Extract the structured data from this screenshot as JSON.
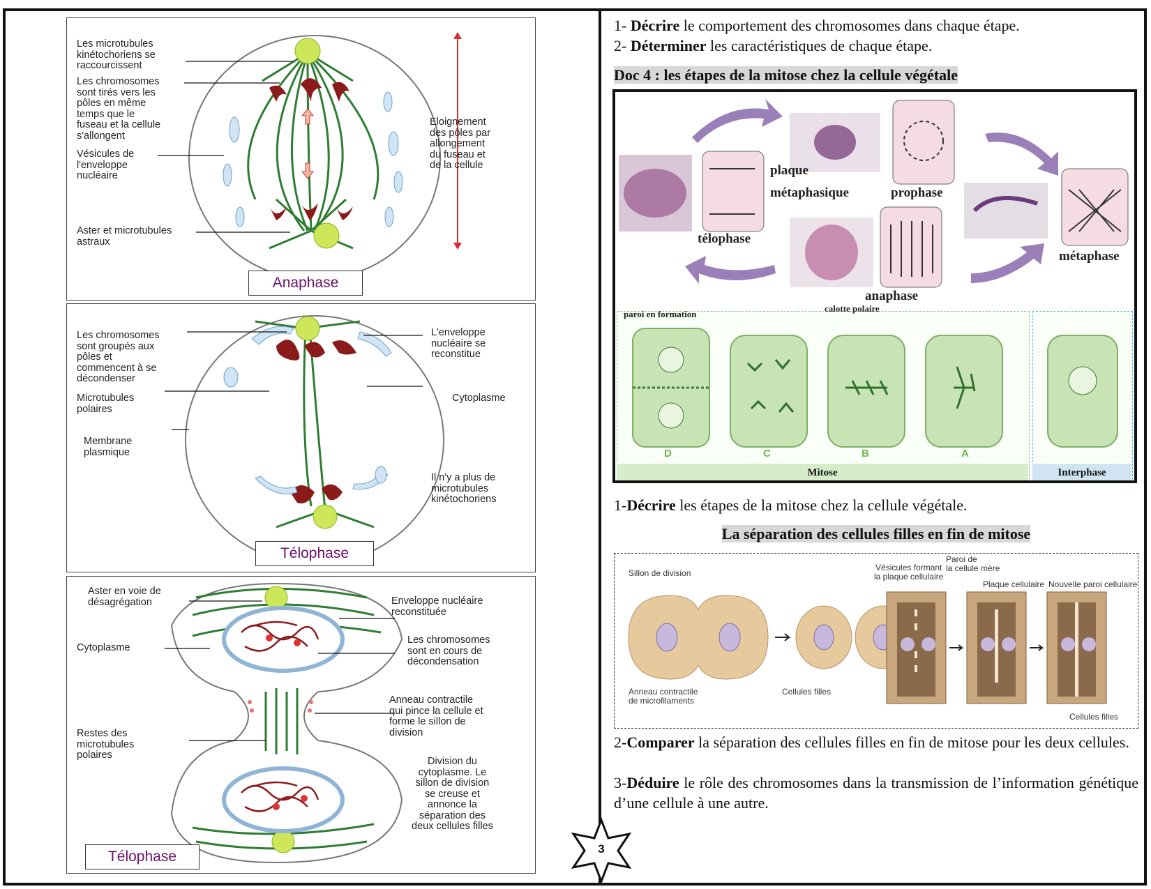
{
  "left": {
    "anaphase": {
      "title": "Anaphase",
      "labels": {
        "l1": "Les microtubules\nkinétochoriens se\nraccourcissent",
        "l2": "Les chromosomes\nsont tirés vers les\npôles en même\ntemps que le\nfuseau et la cellule\ns'allongent",
        "l3": "Vésicules de\nl'enveloppe\nnucléaire",
        "l4": "Aster et microtubules\nastraux",
        "l5": "Eloignement\ndes pôles par\nallongement\ndu fuseau et\nde la cellule"
      }
    },
    "telophase1": {
      "title": "Télophase",
      "labels": {
        "l1": "Les chromosomes\nsont groupés aux\npôles et\ncommencent à se\ndécondenser",
        "l2": "Microtubules\npolaires",
        "l3": "Membrane\nplasmique",
        "l4": "L'enveloppe\nnucléaire se\nreconstitue",
        "l5": "Cytoplasme",
        "l6": "Il n'y a plus de\nmicrotubules\nkinétochoriens"
      }
    },
    "telophase2": {
      "title": "Télophase",
      "labels": {
        "l1": "Aster en voie de\ndésagrégation",
        "l2": "Cytoplasme",
        "l3": "Restes des\nmicrotubules\npolaires",
        "l4": "Enveloppe nucléaire\nreconstituée",
        "l5": "Les chromosomes\nsont en cours de\ndécondensation",
        "l6": "Anneau contractile\nqui pince la cellule et\nforme le sillon de\ndivision",
        "l7": "Division du\ncytoplasme. Le\nsillon de division\nse creuse et\nannonce la\nséparation des\ndeux cellules filles"
      }
    }
  },
  "page_number": "3",
  "right": {
    "q1": {
      "num": "1- ",
      "verb": "Décrire",
      "rest": " le comportement des chromosomes dans chaque étape."
    },
    "q2": {
      "num": "2- ",
      "verb": "Déterminer",
      "rest": " les caractéristiques de chaque étape."
    },
    "doc4_title": "Doc 4 : les étapes de la mitose chez la cellule végétale",
    "cycle_labels": {
      "plaque": "plaque",
      "metaphasique": "métaphasique",
      "prophase": "prophase",
      "telophase": "télophase",
      "anaphase": "anaphase",
      "metaphase": "métaphase"
    },
    "green_labels": {
      "paroi": "paroi en formation",
      "calotte": "calotte polaire",
      "D": "D",
      "C": "C",
      "B": "B",
      "A": "A",
      "mitose": "Mitose",
      "interphase": "Interphase"
    },
    "q3": {
      "num": "1-",
      "verb": "Décrire",
      "rest": " les étapes de la mitose chez la cellule végétale."
    },
    "sep_title": "La séparation des cellules filles en fin de mitose",
    "sep_labels": {
      "sillon": "Sillon de division",
      "anneau": "Anneau contractile\nde microfilaments",
      "filles1": "Cellules filles",
      "vesicules": "Vésicules formant\nla plaque cellulaire",
      "paroi_mere": "Paroi de\nla cellule mère",
      "plaque": "Plaque cellulaire",
      "nouvelle": "Nouvelle paroi cellulaire",
      "filles2": "Cellules filles"
    },
    "q4": {
      "num": "2",
      "verb": "-Comparer",
      "rest": " la séparation des cellules filles en fin de mitose pour les deux cellules."
    },
    "q5": {
      "num": "3-",
      "verb": "Déduire",
      "rest": " le rôle des chromosomes dans la transmission de l’information génétique d’une cellule à une autre."
    }
  }
}
